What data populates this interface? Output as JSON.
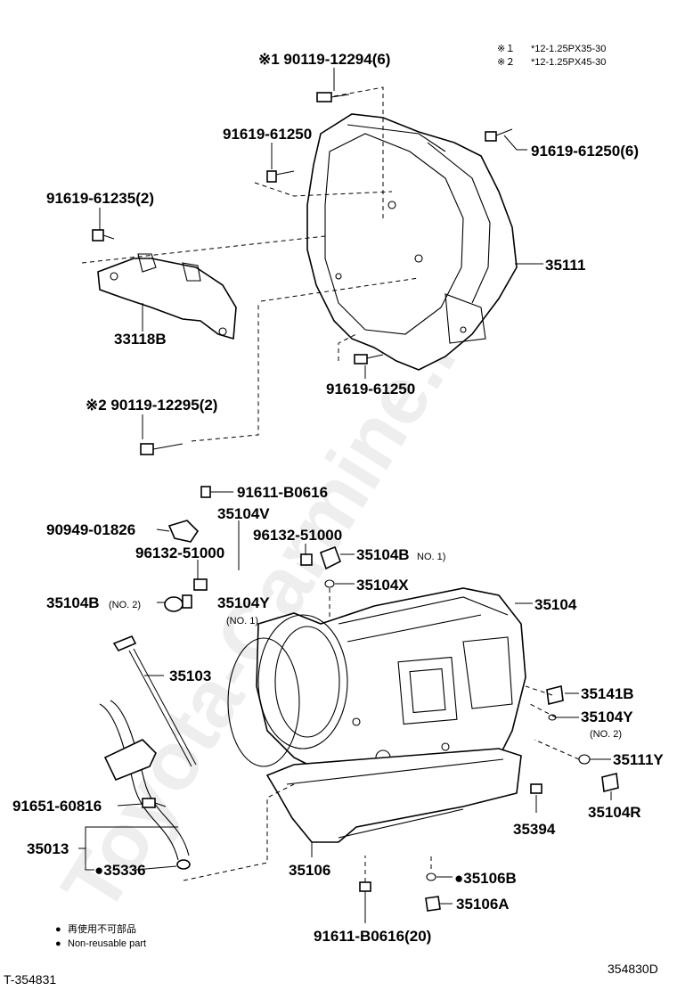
{
  "diagram": {
    "watermark": "Toyota-Carmine.ru",
    "notes": [
      {
        "mark": "※１",
        "text": "*12-1.25PX35-30"
      },
      {
        "mark": "※２",
        "text": "*12-1.25PX45-30"
      }
    ],
    "labels": {
      "p_90119_12294": "※1 90119-12294(6)",
      "p_91619_61250_a": "91619-61250",
      "p_91619_61250_6": "91619-61250(6)",
      "p_91619_61235": "91619-61235(2)",
      "p_35111": "35111",
      "p_33118B": "33118B",
      "p_91619_61250_b": "91619-61250",
      "p_90119_12295": "※2 90119-12295(2)",
      "p_91611_B0616": "91611-B0616",
      "p_35104V": "35104V",
      "p_90949_01826": "90949-01826",
      "p_96132_51000_a": "96132-51000",
      "p_96132_51000_b": "96132-51000",
      "p_35104B_1": "35104B",
      "p_35104B_1_note": "NO. 1)",
      "p_35104X": "35104X",
      "p_35104B_2": "35104B",
      "p_35104B_2_note": "(NO. 2)",
      "p_35104Y": "35104Y",
      "p_35104Y_note": "(NO. 1)",
      "p_35104": "35104",
      "p_35103": "35103",
      "p_35141B": "35141B",
      "p_35104Y_2": "35104Y",
      "p_35104Y_2_note": "(NO. 2)",
      "p_35111Y": "35111Y",
      "p_91651_60816": "91651-60816",
      "p_35104R": "35104R",
      "p_35394": "35394",
      "p_35013": "35013",
      "p_35336": "●35336",
      "p_35106": "35106",
      "p_35106B": "●35106B",
      "p_35106A": "35106A",
      "p_91611_B0616_20": "91611-B0616(20)"
    },
    "legend": [
      {
        "symbol": "●",
        "text": "再使用不可部品"
      },
      {
        "symbol": "●",
        "text": "Non-reusable part"
      }
    ],
    "footer_left": "T-354831",
    "footer_right": "354830D"
  }
}
